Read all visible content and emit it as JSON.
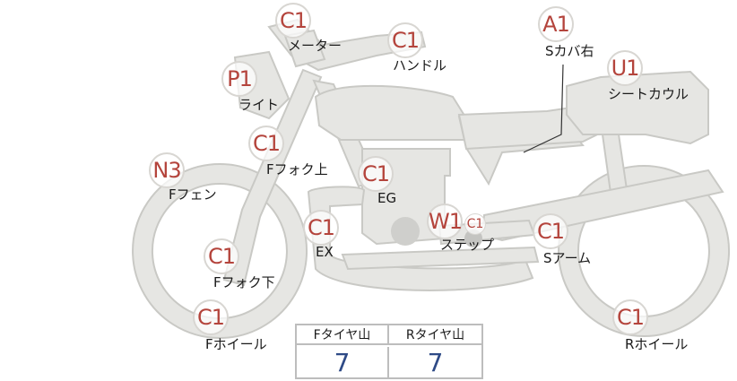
{
  "parts": {
    "meter": {
      "label": "メーター",
      "grade": "C1"
    },
    "handle": {
      "label": "ハンドル",
      "grade": "C1"
    },
    "light": {
      "label": "ライト",
      "grade": "P1"
    },
    "f_fork_upper": {
      "label": "Fフォク上",
      "grade": "C1"
    },
    "f_fender": {
      "label": "Fフェン",
      "grade": "N3"
    },
    "f_fork_lower": {
      "label": "Fフォク下",
      "grade": "C1"
    },
    "f_wheel": {
      "label": "Fホイール",
      "grade": "C1"
    },
    "engine": {
      "label": "EG",
      "grade": "C1"
    },
    "exhaust": {
      "label": "EX",
      "grade": "C1"
    },
    "step": {
      "label": "ステップ",
      "grade": "W1",
      "sub_grade": "C1"
    },
    "side_cover_r": {
      "label": "Sカバ右",
      "grade": "A1"
    },
    "seat_cowl": {
      "label": "シートカウル",
      "grade": "U1"
    },
    "swing_arm": {
      "label": "Sアーム",
      "grade": "C1"
    },
    "r_wheel": {
      "label": "Rホイール",
      "grade": "C1"
    }
  },
  "tire_tread": {
    "front": {
      "label": "Fタイヤ山",
      "value": "7"
    },
    "rear": {
      "label": "Rタイヤ山",
      "value": "7"
    }
  },
  "colors": {
    "bike_fill": "#e6e6e3",
    "bike_stroke": "#c9c9c5",
    "grade_text": "#b4443c",
    "tread_value": "#2e4a86"
  }
}
